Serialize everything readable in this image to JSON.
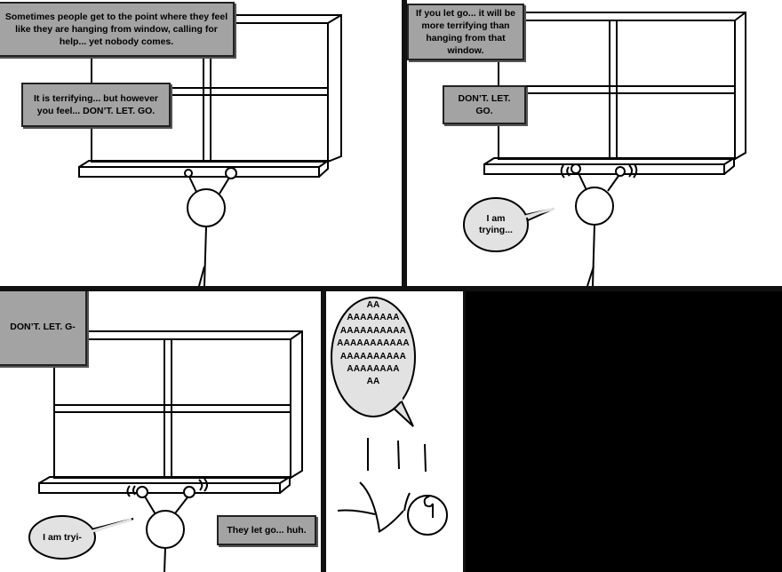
{
  "comic": {
    "panel1": {
      "caption_top": "Sometimes people get to the point where they feel like they are hanging from window, calling for help... yet nobody comes.",
      "caption_middle": "It is terrifying... but however you feel... DON’T. LET. GO."
    },
    "panel2": {
      "caption_top": "If you let go... it will be more terrifying than hanging from that window.",
      "caption_middle": "DON’T. LET. GO.",
      "bubble": "I am\ntrying..."
    },
    "panel3": {
      "caption_top": "DON’T. LET. G-",
      "bubble": "I am tryi-",
      "caption_bottom": "They let go... huh."
    },
    "panel4": {
      "scream": "AA\nAAAAAAAA\nAAAAAAAAAA\nAAAAAAAAAAA\nAAAAAAAAAA\nAAAAAAAA\nAA"
    },
    "colors": {
      "caption_fill": "#a3a3a3",
      "bubble_fill": "#e2e2e2",
      "ink": "#000000"
    }
  }
}
